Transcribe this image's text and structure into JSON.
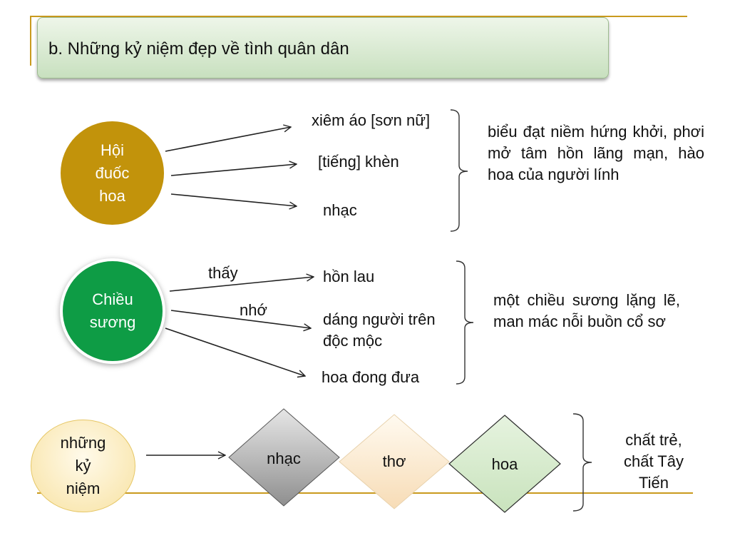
{
  "title": "b. Những kỷ niệm đẹp về tình quân dân",
  "section1": {
    "circle": "Hội\nđuốc\nhoa",
    "items": [
      "xiêm áo [sơn nữ]",
      "[tiếng] khèn",
      "nhạc"
    ],
    "summary": "biểu đạt niềm hứng khởi, phơi mở tâm hồn lãng mạn, hào hoa của người lính"
  },
  "section2": {
    "circle": "Chiều\nsương",
    "verb_see": "thấy",
    "verb_remember": "nhớ",
    "items": [
      "hồn lau",
      "dáng người trên\nđộc mộc",
      "hoa đong đưa"
    ],
    "summary": "một chiều sương lặng lẽ, man mác nỗi buồn cổ sơ"
  },
  "section3": {
    "circle": "những\nkỷ\nniệm",
    "diamonds": [
      "nhạc",
      "thơ",
      "hoa"
    ],
    "summary": "chất trẻ,\nchất Tây\nTiến"
  },
  "colors": {
    "accent_rule": "#c99a1e",
    "circle1": "#c2930b",
    "circle2": "#0e9c45",
    "diamond_nhac": "#a9a9a9",
    "diamond_tho": "#fbe9cf",
    "diamond_hoa": "#d6ebcd"
  }
}
